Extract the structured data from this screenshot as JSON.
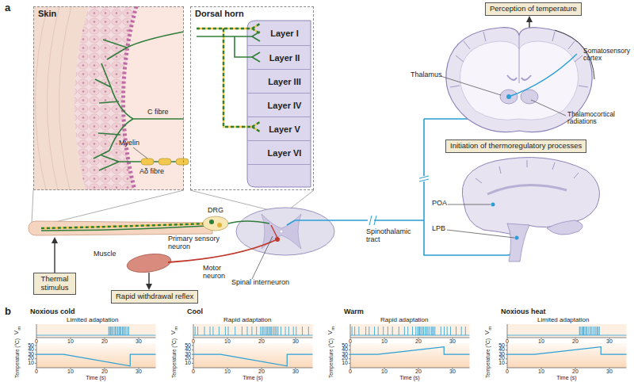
{
  "diagram": {
    "nodes": [
      {
        "text": [
          "Skin"
        ]
      },
      {
        "text": [
          "Dorsal horn"
        ]
      },
      {
        "text": [
          "Layer I"
        ],
        "in": 1
      },
      {
        "text": [
          "Layer II"
        ],
        "in": 1
      },
      {
        "text": [
          "Layer III"
        ],
        "in": 1
      },
      {
        "text": [
          "Layer IV"
        ],
        "in": 1
      },
      {
        "text": [
          "Layer V"
        ],
        "in": 1
      },
      {
        "text": [
          "Layer VI"
        ],
        "in": 1
      },
      {
        "text": [
          "Perception of temperature"
        ]
      },
      {
        "text": [
          "Initiation of thermoregulatory processes"
        ]
      },
      {
        "text": [
          "Thermal stimulus"
        ]
      },
      {
        "text": [
          "Rapid withdrawal reflex"
        ]
      }
    ],
    "labels": [
      "a",
      "C fibre",
      "Myelin",
      "Aδ fibre",
      "Somatosensory cortex",
      "Thalamus",
      "Thalamocortical radiations",
      "DRG",
      "Primary sensory neuron",
      "Motor neuron",
      "Spinal interneuron",
      "Spinothalamic tract",
      "Muscle",
      "POA",
      "LPB",
      "b",
      "Noxious cold",
      "Limited adaptation",
      "V",
      "m",
      "0",
      "10",
      "20",
      "30",
      "Temperature (°C)",
      "50",
      "40",
      "30",
      "20",
      "10",
      "0",
      "10",
      "20",
      "30",
      "Time (s)",
      "Cool",
      "Rapid adaptation",
      "V",
      "m",
      "0",
      "10",
      "20",
      "30",
      "Temperature (°C)",
      "50",
      "40",
      "30",
      "20",
      "10",
      "0",
      "10",
      "20",
      "30",
      "Time (s)",
      "Warm",
      "Rapid adaptation",
      "V",
      "m",
      "0",
      "10",
      "20",
      "30",
      "Temperature (°C)",
      "50",
      "40",
      "30",
      "20",
      "10",
      "0",
      "10",
      "20",
      "30",
      "Time (s)",
      "Noxious heat",
      "Limited adaptation",
      "V",
      "m",
      "0",
      "10",
      "20",
      "30",
      "Temperature (°C)",
      "50",
      "40",
      "30",
      "20",
      "10",
      "0",
      "10",
      "20",
      "30",
      "Time (s)"
    ]
  }
}
